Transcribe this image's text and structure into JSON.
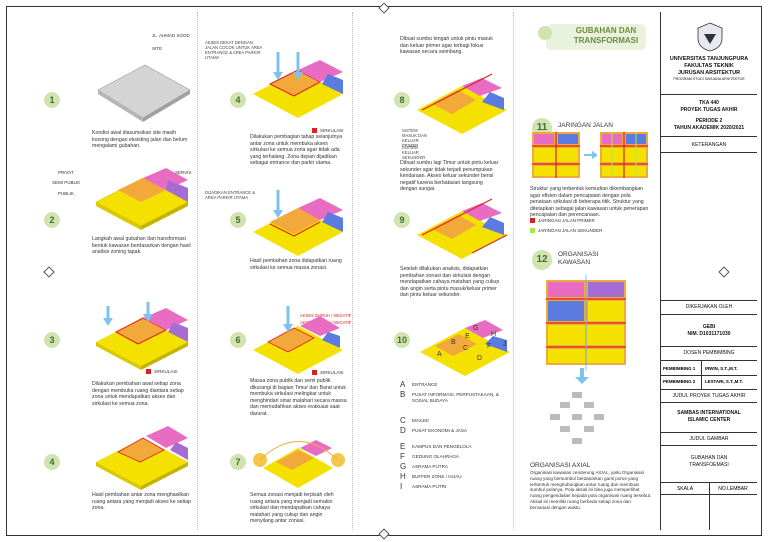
{
  "header": {
    "title_line1": "GUBAHAN DAN",
    "title_line2": "TRANSFORMASI"
  },
  "colors": {
    "yellow": "#f4e100",
    "orange": "#f2a93b",
    "pink": "#e96cc3",
    "purple": "#a56cd4",
    "blue": "#5b7be0",
    "red": "#e02020",
    "grey": "#c8c8c8",
    "green_badge": "#cfe4b0",
    "arrow_blue": "#7ec3ef"
  },
  "steps": {
    "s1": {
      "num": "1",
      "text": "Kondisi awal diasumsikan site masih kosong dengan eksisting jalan dan belum mengalami gubahan.",
      "label_road": "JL. AHMAD SOOD",
      "label_site": "SITE"
    },
    "s2": {
      "num": "2",
      "text": "Langkah awal gubahan dan transformasi bentuk kawasan berdasarkan dengan hasil analisis zoning tapak.",
      "label_privat": "PRIVAT",
      "label_semi": "SEMI PUBLIK",
      "label_publik": "PUBLIK",
      "label_servis": "SERVIS"
    },
    "s3": {
      "num": "3",
      "text": "Dilakukan pembahan awal setiap zona dengan membuka ruang diantara setiap zona untuk mendapatkan akses dan sirkulasi ke semua zona.",
      "legend": "SIRKULASI"
    },
    "s4": {
      "num": "4",
      "text": "Hasil pembahan antar zona menghasilkan ruang antara yang menjadi akses ke setiap zona."
    },
    "s4b": {
      "num": "4",
      "text": "Dilakukan pembagian tahap selanjutnya antar zona untuk membuka akses sirkulasi ke semua zona agar tidak ada yang terhalang. Zona depan dijadikan sebagai entrance dan parkir utama.",
      "legend": "SIRKULASI",
      "note_top": "AKSES DEKAT DENGAN JALAN COCOK UNTUK AREA ENTRANCE & AREA PARKIR UTAMA",
      "note_mid": "DIJADIKAN ENTRANCE & AREA PARKIR UTAMA"
    },
    "s5": {
      "num": "5",
      "text": "Hasil pembahan zona didapatkan ruang sirkulasi ke semua massa zonasi."
    },
    "s6": {
      "num": "6",
      "text": "Massa zona publik dan semi publik dikurangi di bagian Timur dan Barat untuk membuka sirkulasi melingkar untuk menghindari sinar matahari secara massa dan memudahkan akses evakuasi saat darurat.",
      "legend": "SIRKULASI",
      "note1": "AKSES BURUH / NEGATIF",
      "note2": "AKSES BURUH / NEGATIF"
    },
    "s7": {
      "num": "7",
      "text": "Semua zonasi menjadi terpisah oleh ruang antara yang menjadi semakin sirkulasi dan mendapatkan cahaya matahari yang cukup dan angin menyilang antar zonasi."
    },
    "s8": {
      "num": "8",
      "text": "Dibuat sumbu tengah untuk pintu masuk dan keluar primer agar terbagi fokus kawasan secara seimbang.",
      "note": "SISTEM MASUK DAN KELUAR PRIMER"
    },
    "s9": {
      "num": "9",
      "text": "Dibuat sumbu lagi Timur untuk pintu keluar sekunder agar tidak terjadi penumpukan kendaraan. Akses keluar sekunder berisi negatif karena berbatasan langsung dengan sungai.",
      "note": "SISTEM KELUAR SEKUNDER"
    },
    "s10": {
      "num": "10",
      "text": "Setelah dilakukan analisis, didapatkan pembahan zonasi dan sirkulasi dengan mendapatkan cahaya matahari yang cukup dan angin serta pintu masuk/keluar primer dan pintu keluar sekunder."
    },
    "s11": {
      "num": "11",
      "title": "JARINGAN JALAN",
      "text": "Struktur yang terbentuk kemudian dikembangkan agar efisien dalam pencapaian dengan pola penataan sirkulasi di beberapa titik. Struktur yang ditetapkan sebagai jalan kawasan untuk penerapan pencapaian dan perencanaan.",
      "leg_primer": "JARINGAN JALAN PRIMER",
      "leg_sekunder": "JARINGAN JALAN SEKUNDER"
    },
    "s12": {
      "num": "12",
      "title": "ORGANISASI KAWASAN",
      "axial_title": "ORGANISASI AXIAL",
      "axial_text": "Organisasi kawasan cenderung AXIAL, yaitu Organisasi ruang yang bersumbu/ berdasarkan garis poros yang terbentuk menghubungkan antar ruang dan membuat sumbu/ polanya. Pola aksial ini bisa juga memperlihat ruang pengendalian kepada pola organisasi ruang tersebut. Aksial ini memiliki ruang berbeda setiap zona dan bervariasi dengan waktu."
    }
  },
  "legend_list": [
    {
      "letter": "A",
      "text": "ENTRANCE"
    },
    {
      "letter": "B",
      "text": "PUSAT INFORMASI, PERPUSTAKAAN, & SOSIAL BUDAYA"
    },
    {
      "letter": "C",
      "text": "MASJID"
    },
    {
      "letter": "D",
      "text": "PUSAT EKONOMI & JASA"
    },
    {
      "letter": "E",
      "text": "KAMPUS DAN PENGELOLA"
    },
    {
      "letter": "F",
      "text": "GEDUNG OLAHRAGA"
    },
    {
      "letter": "G",
      "text": "ASRAMA PUTRA"
    },
    {
      "letter": "H",
      "text": "BUFFER ZONE / HIJAU"
    },
    {
      "letter": "I",
      "text": "ASRAMA PUTRI"
    }
  ],
  "titleblock": {
    "univ1": "UNIVERSITAS TANJUNGPURA",
    "univ2": "FAKULTAS TEKNIK",
    "univ3": "JURUSAN ARSITEKTUR",
    "univ4": "PROGRAM STUDI SARJANA ARSITEKTUR",
    "course1": "TKA 440",
    "course2": "PROYEK TUGAS AKHIR",
    "period1": "PERIODE 2",
    "period2": "TAHUN AKADEMIK 2020/2021",
    "keterangan": "KETERANGAN",
    "dikerjakan": "DIKERJAKAN OLEH",
    "name": "GEBI",
    "nim": "NIM. D1031171030",
    "dosen": "DOSEN PEMBIMBING",
    "pemb1_label": "PEMBIMBING 1",
    "pemb1_name": "IRWIN, S.T.,M.T.",
    "pemb2_label": "PEMBIMBING 2",
    "pemb2_name": "LESTARI, S.T.,M.T.",
    "judul_label": "JUDUL PROYEK TUGAS AKHIR",
    "judul1": "SAMBAS INTERNATIONAL",
    "judul2": "ISLAMIC CENTER",
    "gambar_label": "JUDUL GAMBAR",
    "gambar1": "GUBAHAN DAN",
    "gambar2": "TRANSFOEMASI",
    "skala": "SKALA",
    "nolembar": "NO.LEMBAR"
  }
}
